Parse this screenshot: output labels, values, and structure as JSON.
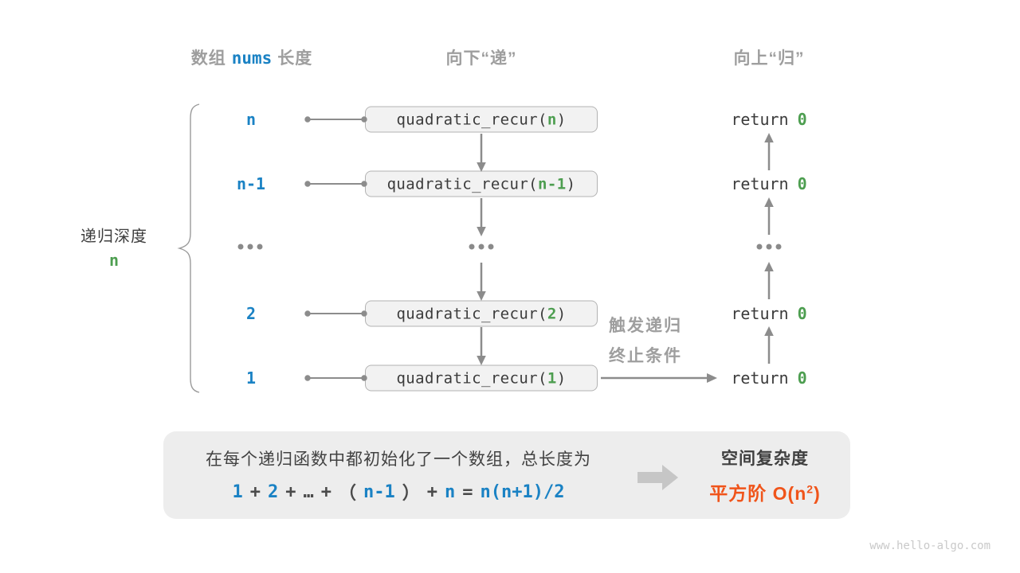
{
  "diagram": {
    "headers": {
      "array_label_pre": "数组",
      "array_code": "nums",
      "array_label_post": "长度",
      "downward": "向下“递”",
      "upward": "向上“归”"
    },
    "depth": {
      "label": "递归深度",
      "value": "n"
    },
    "rows": [
      {
        "label": "n",
        "call_pre": "quadratic_recur(",
        "arg": "n",
        "call_post": ")",
        "ret_kw": "return",
        "ret_val": "0"
      },
      {
        "label": "n-1",
        "call_pre": "quadratic_recur(",
        "arg": "n-1",
        "call_post": ")",
        "ret_kw": "return",
        "ret_val": "0"
      },
      {
        "label": "2",
        "call_pre": "quadratic_recur(",
        "arg": "2",
        "call_post": ")",
        "ret_kw": "return",
        "ret_val": "0"
      },
      {
        "label": "1",
        "call_pre": "quadratic_recur(",
        "arg": "1",
        "call_post": ")",
        "ret_kw": "return",
        "ret_val": "0"
      }
    ],
    "trigger": {
      "line1": "触发递归",
      "line2": "终止条件"
    },
    "panel": {
      "description": "在每个递归函数中都初始化了一个数组，总长度为",
      "formula": [
        "1",
        "+",
        "2",
        "+",
        "…",
        "+",
        "（",
        "n-1",
        "）",
        "+",
        "n",
        "=",
        "n(n+1)/2"
      ],
      "complexity_title": "空间复杂度",
      "complexity_prefix": "平方阶 O(n",
      "complexity_sup": "2",
      "complexity_suffix": ")"
    },
    "watermark": "www.hello-algo.com"
  },
  "colors": {
    "blue": "#1a82c4",
    "green": "#4d9e50",
    "orange": "#f0541a",
    "header_gray": "#9e9e9e",
    "arrow_gray": "#8c8c8c",
    "box_bg": "#f2f2f2",
    "box_border": "#b3b3b3",
    "panel_bg": "#ededed",
    "text_dark": "#3b3b3b"
  }
}
